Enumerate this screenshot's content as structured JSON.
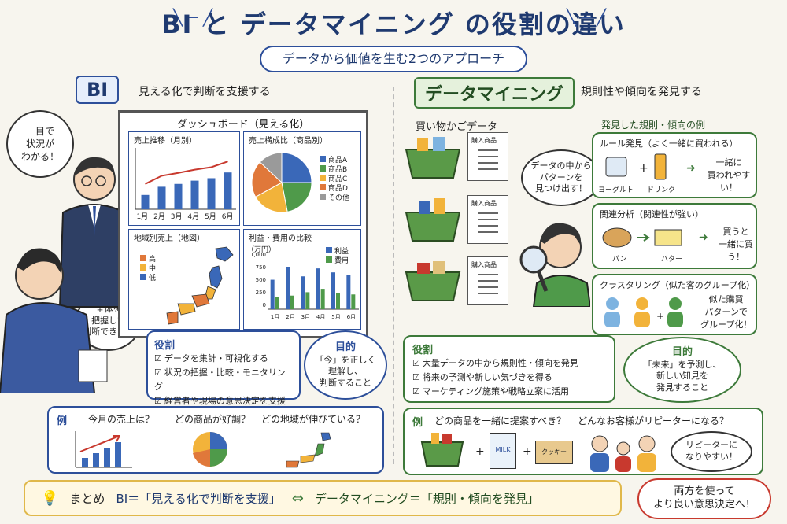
{
  "title": "BI と データマイニング の役割の違い",
  "subtitle": "データから価値を生む2つのアプローチ",
  "bi": {
    "label": "BI",
    "tagline": "見える化で判断を支援する",
    "speech_manager": "一目で\n状況が\nわかる！",
    "speech_viewer": "全体を\n把握して\n判断できる！",
    "dashboard": {
      "title": "ダッシュボード（見える化）",
      "sales_trend": {
        "title": "売上推移（月別）",
        "months": [
          "1月",
          "2月",
          "3月",
          "4月",
          "5月",
          "6月"
        ],
        "bars": [
          0.35,
          0.55,
          0.62,
          0.7,
          0.76,
          0.9
        ]
      },
      "composition": {
        "title": "売上構成比（商品別）",
        "items": [
          "商品A",
          "商品B",
          "商品C",
          "商品D",
          "その他"
        ],
        "shares": [
          0.25,
          0.22,
          0.2,
          0.2,
          0.13
        ],
        "colors": [
          "#3a68b8",
          "#4f9a4a",
          "#f2b33a",
          "#e0783a",
          "#9a9a9a"
        ]
      },
      "regional": {
        "title": "地域別売上（地図）",
        "legend": [
          "高",
          "中",
          "低"
        ],
        "colors": [
          "#e0783a",
          "#f2b33a",
          "#3a68b8"
        ]
      },
      "profit_cost": {
        "title": "利益・費用の比較",
        "unit": "（万円）",
        "yticks": [
          "1,000",
          "750",
          "500",
          "250",
          "0"
        ],
        "months": [
          "1月",
          "2月",
          "3月",
          "4月",
          "5月",
          "6月"
        ],
        "legend": [
          "利益",
          "費用"
        ],
        "profit": [
          520,
          750,
          580,
          720,
          650,
          600
        ],
        "cost": [
          220,
          240,
          300,
          360,
          280,
          260
        ]
      }
    },
    "roles": {
      "heading": "役割",
      "items": [
        "データを集計・可視化する",
        "状況の把握・比較・モニタリング",
        "経営者や現場の意思決定を支援"
      ]
    },
    "purpose": {
      "heading": "目的",
      "text": "「今」を正しく\n理解し、\n判断すること"
    },
    "examples": {
      "label": "例",
      "q1": "今月の売上は？",
      "q2": "どの商品が好調？",
      "q3": "どの地域が伸びている？"
    }
  },
  "dm": {
    "label": "データマイニング",
    "tagline": "規則性や傾向を発見する",
    "basket_data": "買い物かごデータ",
    "receipt_title": "購入商品",
    "speech": "データの中から\nパターンを\n見つけ出す！",
    "found_title": "発見した規則・傾向の例",
    "rule1": {
      "title": "ルール発見（よく一緒に買われる）",
      "a": "ヨーグルト",
      "b": "ドリンク",
      "result": "一緒に\n買われやすい！"
    },
    "rule2": {
      "title": "関連分析（関連性が強い）",
      "a": "パン",
      "b": "バター",
      "result": "買うと\n一緒に買う！"
    },
    "rule3": {
      "title": "クラスタリング（似た客のグループ化）",
      "result": "似た購買\nパターンで\nグループ化！"
    },
    "roles": {
      "heading": "役割",
      "items": [
        "大量データの中から規則性・傾向を発見",
        "将来の予測や新しい気づきを得る",
        "マーケティング施策や戦略立案に活用"
      ]
    },
    "purpose": {
      "heading": "目的",
      "text": "「未来」を予測し、\n新しい知見を\n発見すること"
    },
    "examples": {
      "label": "例",
      "q1": "どの商品を一緒に提案すべき？",
      "q2": "どんなお客様がリピーターになる？",
      "milk": "MILK",
      "cookie": "クッキー",
      "speech": "リピーターに\nなりやすい！"
    }
  },
  "summary": {
    "label": "まとめ",
    "bi": "BI＝「見える化で判断を支援」",
    "dm": "データマイニング＝「規則・傾向を発見」",
    "closing": "両方を使って\nより良い意思決定へ！"
  }
}
